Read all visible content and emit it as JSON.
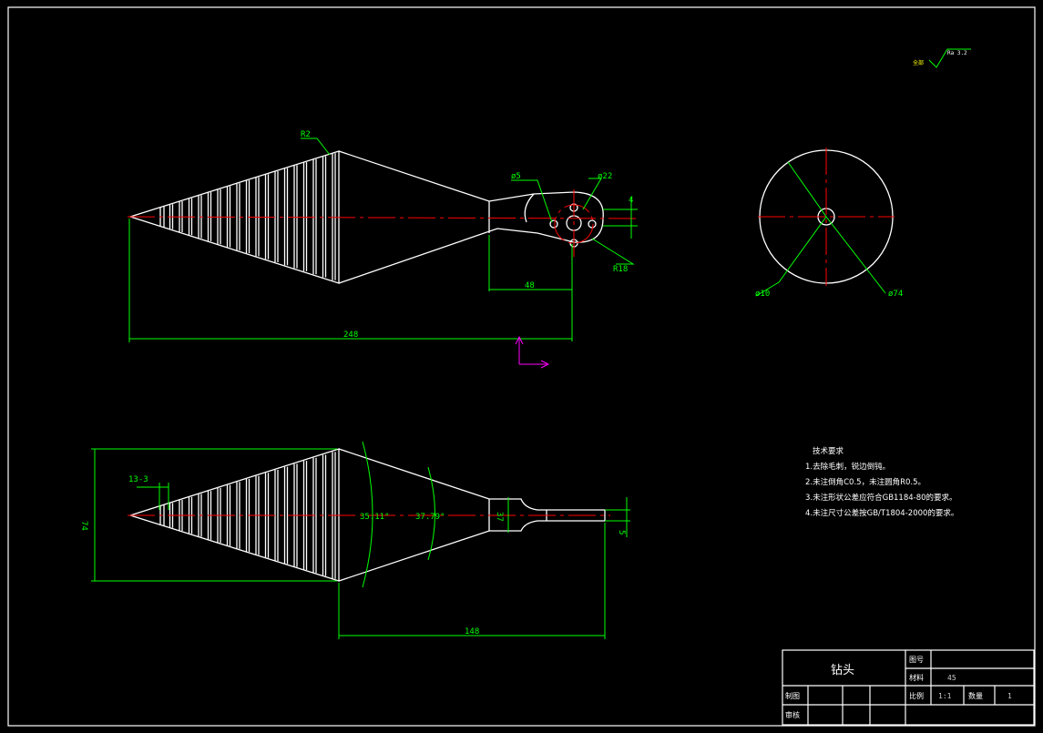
{
  "drawing": {
    "surface_finish": {
      "label": "全部",
      "value": "Ra 3.2"
    },
    "dims_front": {
      "r2": "R2",
      "d5": "ø5",
      "d22": "ø22",
      "r18": "R18",
      "d4": "4",
      "len48": "48",
      "len248": "248"
    },
    "dims_side": {
      "d10": "ø10",
      "d74": "ø74"
    },
    "dims_bottom": {
      "h74": "74",
      "step": "13-3",
      "angle1": "35.11°",
      "angle2": "37.79°",
      "d37": "37",
      "d5": "5",
      "len148": "148"
    }
  },
  "notes": {
    "title": "技术要求",
    "items": [
      "1.去除毛刺，锐边倒钝。",
      "2.未注倒角C0.5，未注圆角R0.5。",
      "3.未注形状公差应符合GB1184-80的要求。",
      "4.未注尺寸公差按GB/T1804-2000的要求。"
    ]
  },
  "title_block": {
    "part_name": "钻头",
    "drawing_no_label": "图号",
    "material_label": "材料",
    "material": "45",
    "scale_label": "比例",
    "scale": "1:1",
    "quantity_label": "数量",
    "quantity": "1",
    "drawn_label": "制图",
    "checked_label": "审核"
  },
  "colors": {
    "background": "#000000",
    "outline": "#ffffff",
    "centerline": "#ff0000",
    "dimension": "#00ff00",
    "ucs": "#ff00ff"
  }
}
